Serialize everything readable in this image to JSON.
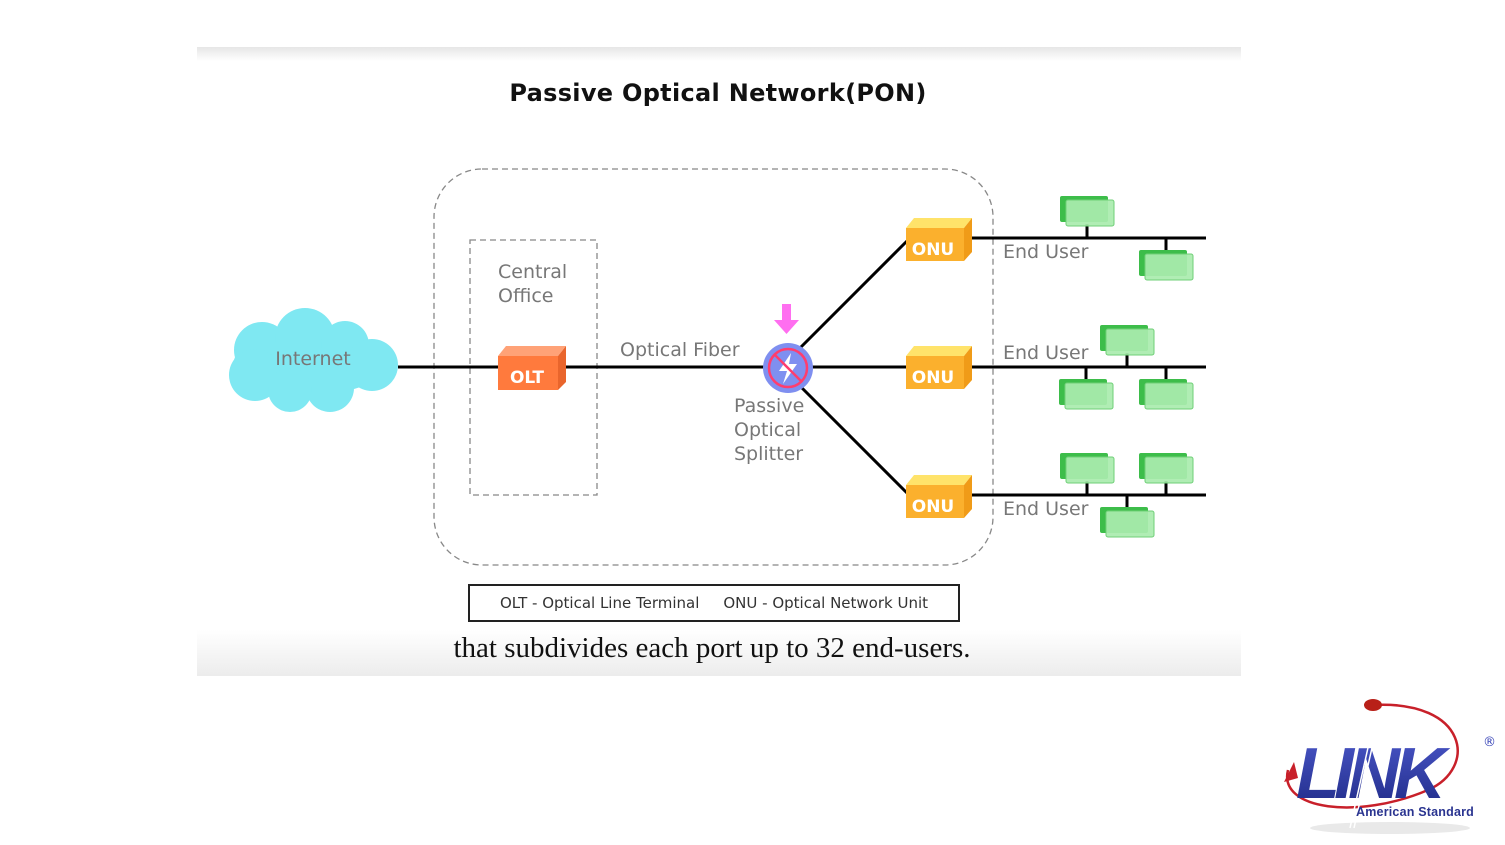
{
  "slide": {
    "title": "Passive Optical Network(PON)",
    "caption": "that subdivides each port up to 32 end-users."
  },
  "diagram": {
    "internet_label": "Internet",
    "central_office_label_line1": "Central",
    "central_office_label_line2": "Office",
    "olt_label": "OLT",
    "fiber_label": "Optical Fiber",
    "splitter_label_line1": "Passive",
    "splitter_label_line2": "Optical",
    "splitter_label_line3": "Splitter",
    "onu_label": "ONU",
    "branches": [
      {
        "onu": "ONU",
        "end_user_label": "End User",
        "end_user_count": 2
      },
      {
        "onu": "ONU",
        "end_user_label": "End User",
        "end_user_count": 3
      },
      {
        "onu": "ONU",
        "end_user_label": "End User",
        "end_user_count": 3
      }
    ],
    "colors": {
      "cloud": "#7fe8f2",
      "olt": "#ff7a3d",
      "onu": "#fbb02d",
      "splitter": "#7f8ff0",
      "splitter_arrow": "#ff6ef0",
      "end_user": "#3dbd4a"
    }
  },
  "legend": {
    "olt": "OLT - Optical Line Terminal",
    "onu": "ONU - Optical Network Unit"
  },
  "logo": {
    "brand": "LINK",
    "tagline": "American Standard",
    "registered_mark": "®"
  }
}
